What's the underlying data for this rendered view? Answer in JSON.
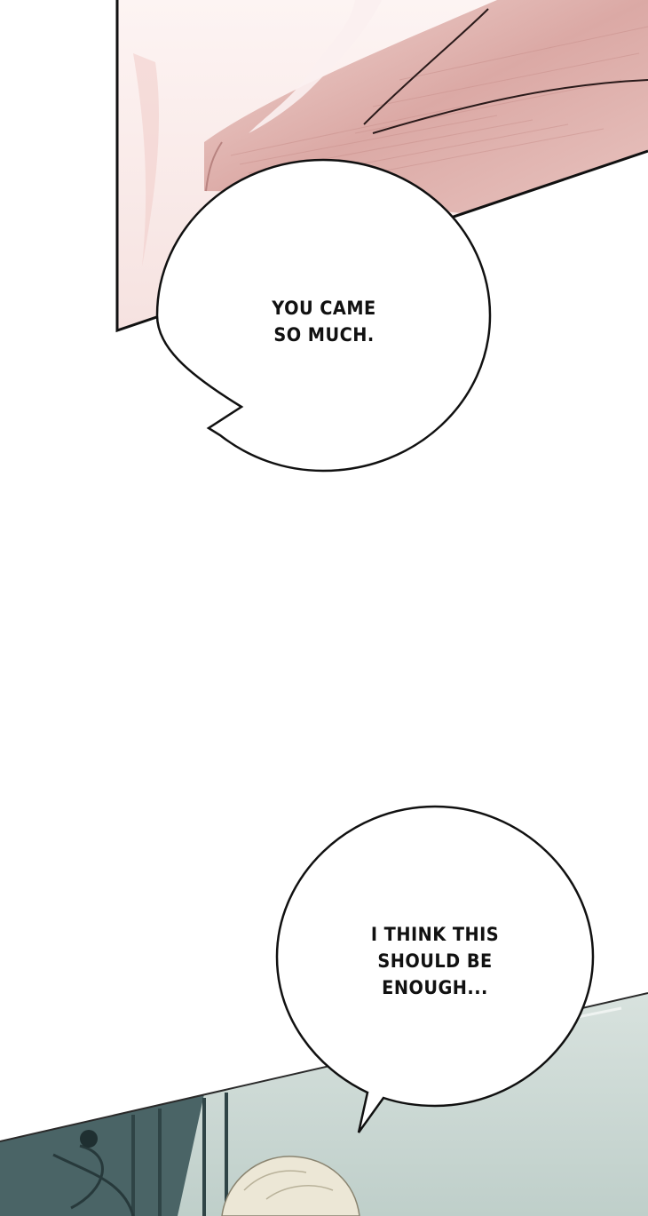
{
  "comic": {
    "bubble_1": {
      "lines": [
        "YOU CAME",
        "SO MUCH."
      ]
    },
    "bubble_2": {
      "lines": [
        "I THINK THIS",
        "SHOULD BE",
        "ENOUGH..."
      ]
    }
  },
  "colors": {
    "background": "#ffffff",
    "top_panel_skin": "#e6bdb8",
    "top_panel_light": "#f7e6e4",
    "bottom_panel_bg": "#c9d6d2",
    "bottom_panel_dark": "#3d5a5c",
    "ink": "#111111"
  }
}
